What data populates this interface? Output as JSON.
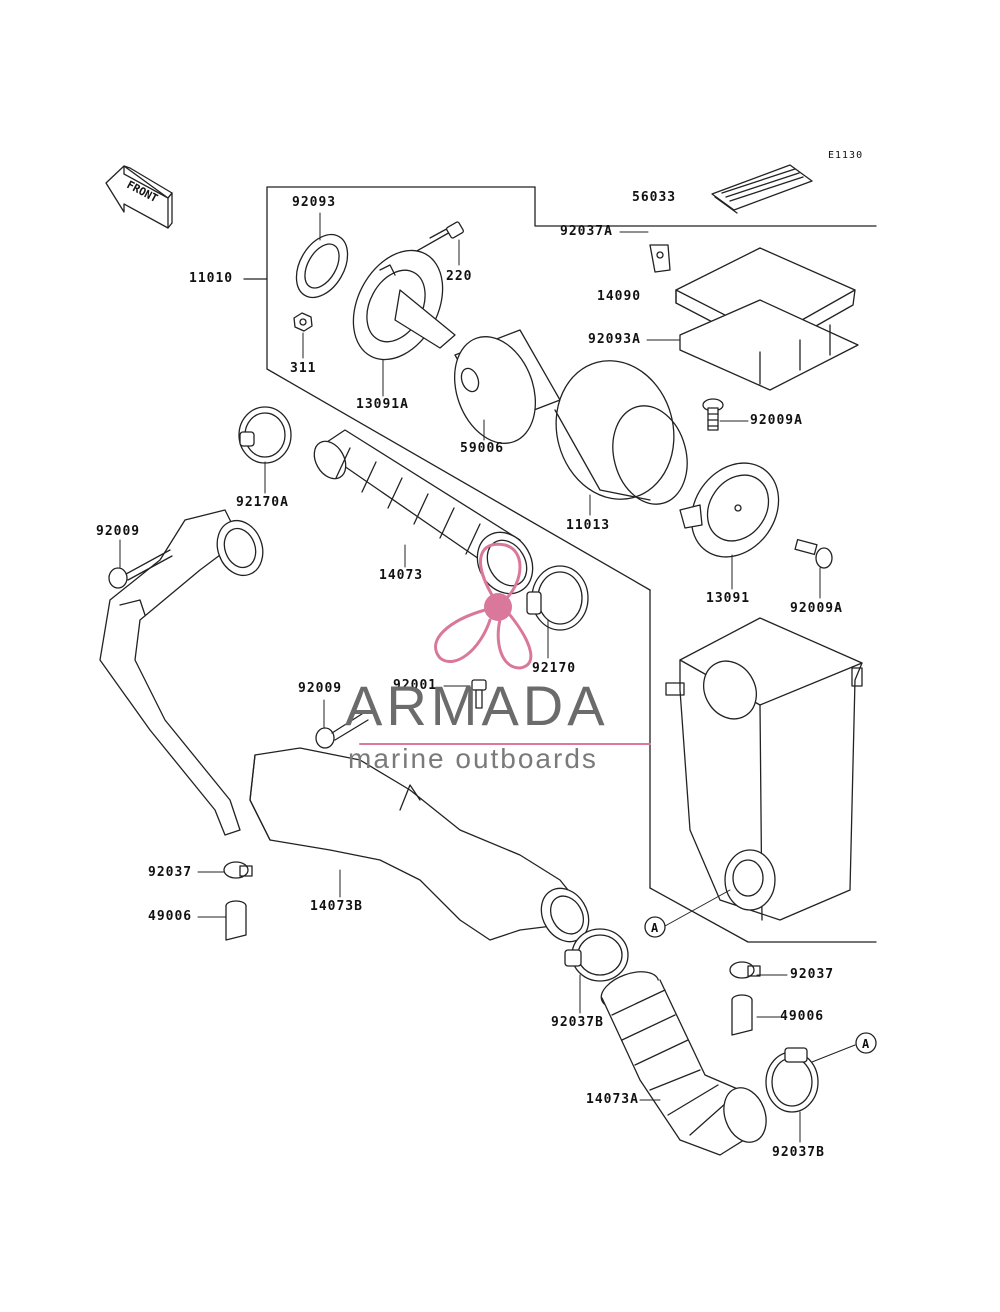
{
  "diagram": {
    "ref_code": "E1130",
    "front_label": "FRONT",
    "callout_letter": "A",
    "watermark": {
      "brand": "ARMADA",
      "tagline": "marine outboards",
      "accent_color": "#d9789a"
    },
    "part_labels": {
      "p56033": "56033",
      "p92093": "92093",
      "p11010": "11010",
      "p220": "220",
      "p311": "311",
      "p13091A": "13091A",
      "p92037A": "92037A",
      "p14090": "14090",
      "p92093A": "92093A",
      "p59006": "59006",
      "p92009A_top": "92009A",
      "p11013": "11013",
      "p92170A": "92170A",
      "p92009_left": "92009",
      "p14073": "14073",
      "p13091": "13091",
      "p92009A_bottom": "92009A",
      "p92170": "92170",
      "p92009_mid": "92009",
      "p92001": "92001",
      "p92037_left": "92037",
      "p49006_left": "49006",
      "p14073B": "14073B",
      "p92037B_mid": "92037B",
      "p92037_right": "92037",
      "p49006_right": "49006",
      "p14073A": "14073A",
      "p92037B_bottom": "92037B"
    }
  }
}
